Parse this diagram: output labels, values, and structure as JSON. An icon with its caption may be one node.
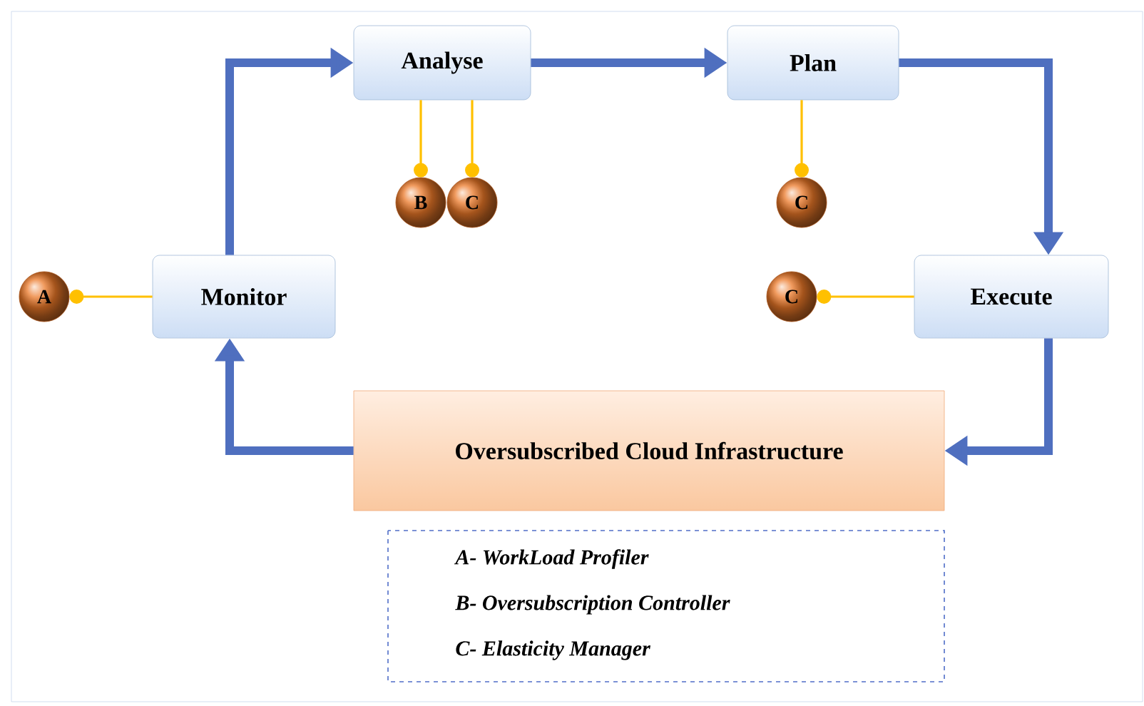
{
  "diagram": {
    "nodes": [
      {
        "text": [
          "Analyse"
        ]
      },
      {
        "text": [
          "Plan"
        ]
      },
      {
        "text": [
          "B"
        ]
      },
      {
        "text": [
          "C"
        ]
      },
      {
        "text": [
          "C"
        ]
      },
      {
        "text": [
          "A"
        ]
      },
      {
        "text": [
          "Monitor"
        ]
      },
      {
        "text": [
          "C"
        ]
      },
      {
        "text": [
          "Execute"
        ]
      },
      {
        "text": [
          "Oversubscribed Cloud Infrastructure"
        ]
      }
    ],
    "edges": [
      {
        "from": 6,
        "to": 0,
        "arrow": "to",
        "style": "thick",
        "color": "#4f6fbf"
      },
      {
        "from": 0,
        "to": 1,
        "arrow": "to",
        "style": "thick",
        "color": "#4f6fbf"
      },
      {
        "from": 1,
        "to": 8,
        "arrow": "to",
        "style": "thick",
        "color": "#4f6fbf"
      },
      {
        "from": 8,
        "to": 9,
        "arrow": "to",
        "style": "thick",
        "color": "#4f6fbf"
      },
      {
        "from": 9,
        "to": 6,
        "arrow": "to",
        "style": "thick",
        "color": "#4f6fbf"
      },
      {
        "from": 0,
        "to": 2,
        "arrow": "other",
        "color": "#ffc000"
      },
      {
        "from": 0,
        "to": 3,
        "arrow": "other",
        "color": "#ffc000"
      },
      {
        "from": 1,
        "to": 4,
        "arrow": "other",
        "color": "#ffc000"
      },
      {
        "from": 6,
        "to": 5,
        "arrow": "other",
        "color": "#ffc000"
      },
      {
        "from": 8,
        "to": 7,
        "arrow": "other",
        "color": "#ffc000"
      }
    ],
    "labels": [
      "A- WorkLoad Profiler",
      "B- Oversubscription Controller",
      "C- Elasticity Manager"
    ]
  }
}
